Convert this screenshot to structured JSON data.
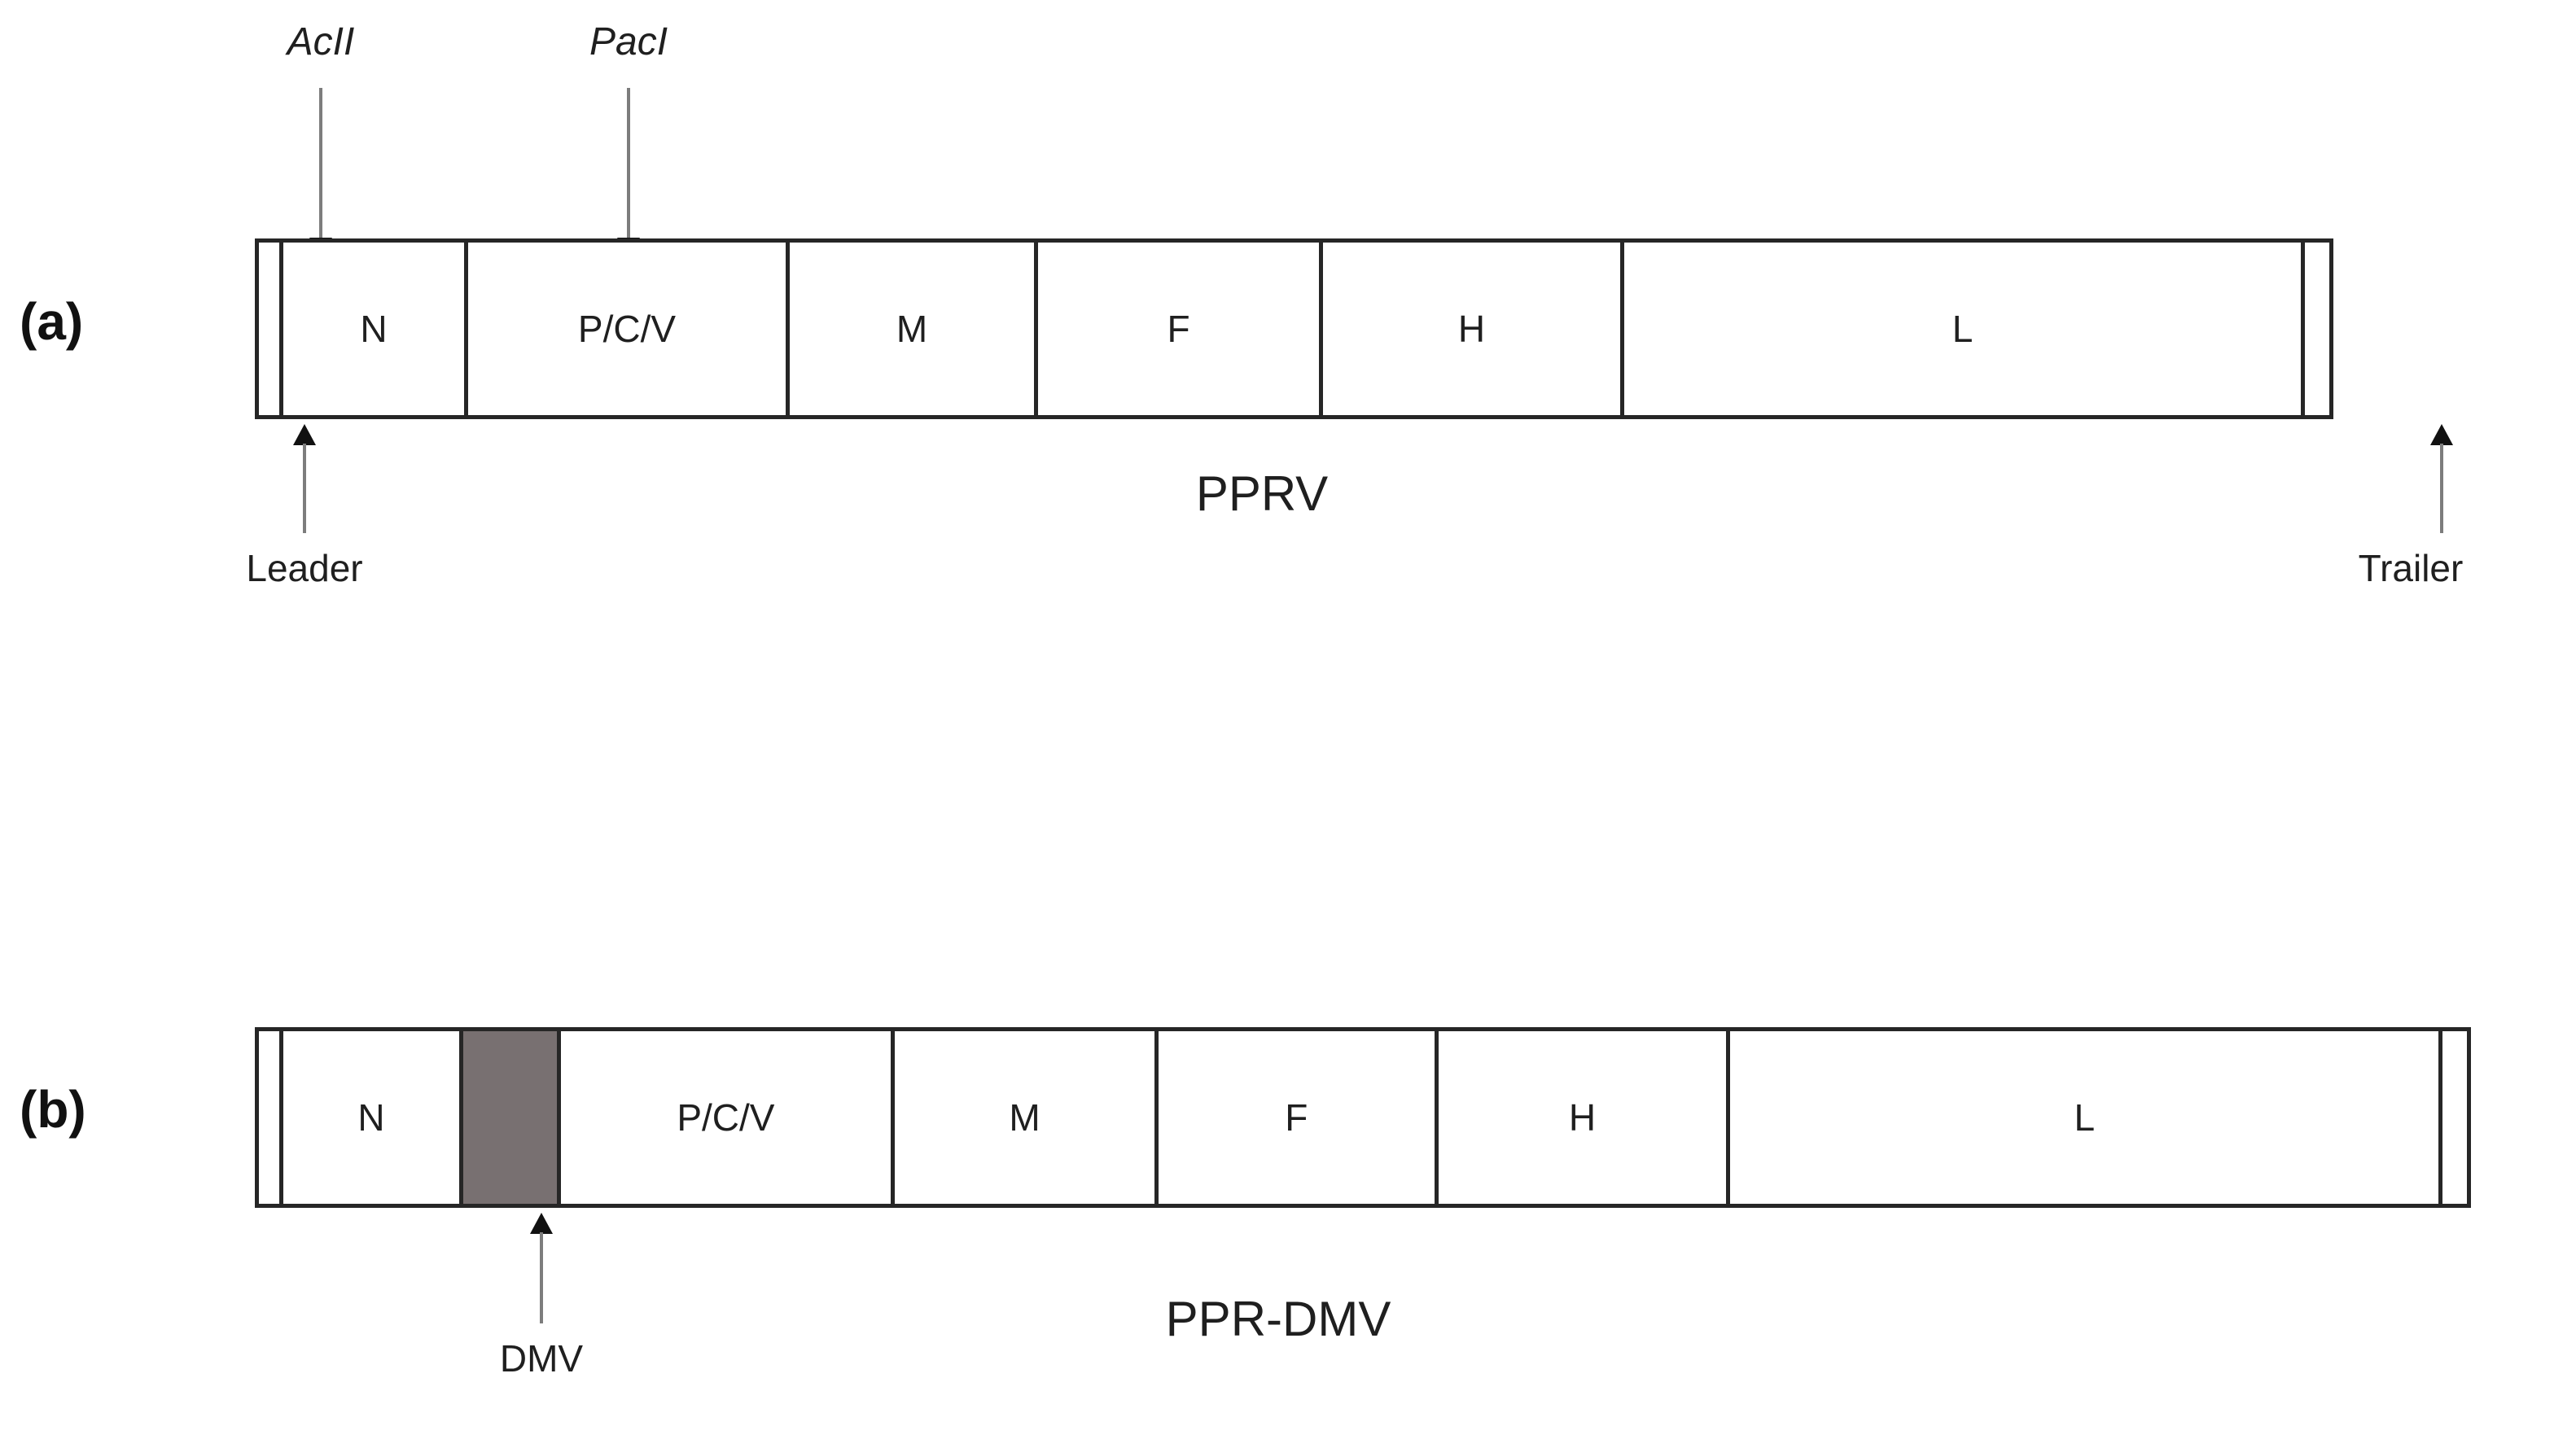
{
  "figure": {
    "background_color": "#ffffff",
    "line_color": "#262626",
    "insert_fill_color": "#787071",
    "arrow_color": "#111111",
    "arrow_stem_color": "#7d7d7d"
  },
  "panels": [
    {
      "id": "a",
      "letter": "(a)",
      "construct_name": "PPRV",
      "segments": [
        {
          "key": "leader",
          "label": "",
          "show_label": false,
          "filled": false
        },
        {
          "key": "n",
          "label": "N",
          "show_label": true,
          "filled": false
        },
        {
          "key": "pcv",
          "label": "P/C/V",
          "show_label": true,
          "filled": false
        },
        {
          "key": "m",
          "label": "M",
          "show_label": true,
          "filled": false
        },
        {
          "key": "f",
          "label": "F",
          "show_label": true,
          "filled": false
        },
        {
          "key": "h",
          "label": "H",
          "show_label": true,
          "filled": false
        },
        {
          "key": "l",
          "label": "L",
          "show_label": true,
          "filled": false
        },
        {
          "key": "trailer",
          "label": "",
          "show_label": false,
          "filled": false
        }
      ],
      "annotations": [
        {
          "key": "acli",
          "label": "AcII",
          "style": "enzyme",
          "direction": "down"
        },
        {
          "key": "pacl",
          "label": "PacI",
          "style": "enzyme",
          "direction": "down"
        },
        {
          "key": "leader",
          "label": "Leader",
          "style": "plain",
          "direction": "up"
        },
        {
          "key": "trailer",
          "label": "Trailer",
          "style": "plain",
          "direction": "up"
        }
      ]
    },
    {
      "id": "b",
      "letter": "(b)",
      "construct_name": "PPR-DMV",
      "segments": [
        {
          "key": "leader",
          "label": "",
          "show_label": false,
          "filled": false
        },
        {
          "key": "n",
          "label": "N",
          "show_label": true,
          "filled": false
        },
        {
          "key": "dmv",
          "label": "",
          "show_label": false,
          "filled": true
        },
        {
          "key": "pcv",
          "label": "P/C/V",
          "show_label": true,
          "filled": false
        },
        {
          "key": "m",
          "label": "M",
          "show_label": true,
          "filled": false
        },
        {
          "key": "f",
          "label": "F",
          "show_label": true,
          "filled": false
        },
        {
          "key": "h",
          "label": "H",
          "show_label": true,
          "filled": false
        },
        {
          "key": "l",
          "label": "L",
          "show_label": true,
          "filled": false
        },
        {
          "key": "trailer",
          "label": "",
          "show_label": false,
          "filled": false
        }
      ],
      "annotations": [
        {
          "key": "dmv",
          "label": "DMV",
          "style": "plain",
          "direction": "up"
        }
      ]
    }
  ]
}
